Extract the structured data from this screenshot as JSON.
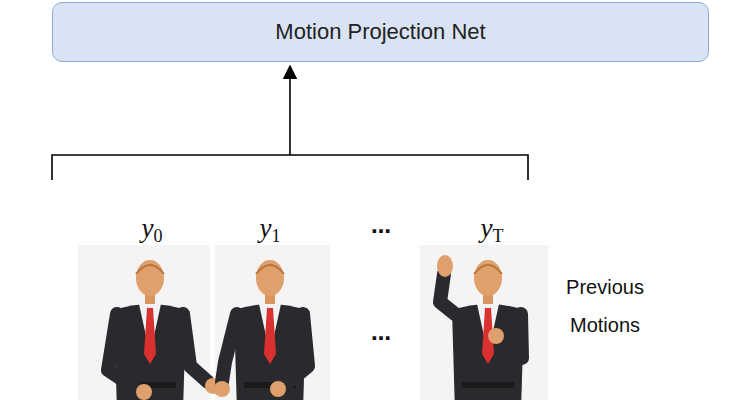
{
  "diagram": {
    "nodes": [
      {
        "text": [
          "Motion Projection Net"
        ]
      }
    ],
    "labels": [
      "y0",
      "y1",
      "…",
      "yT",
      "…",
      "Previous Motions"
    ]
  }
}
